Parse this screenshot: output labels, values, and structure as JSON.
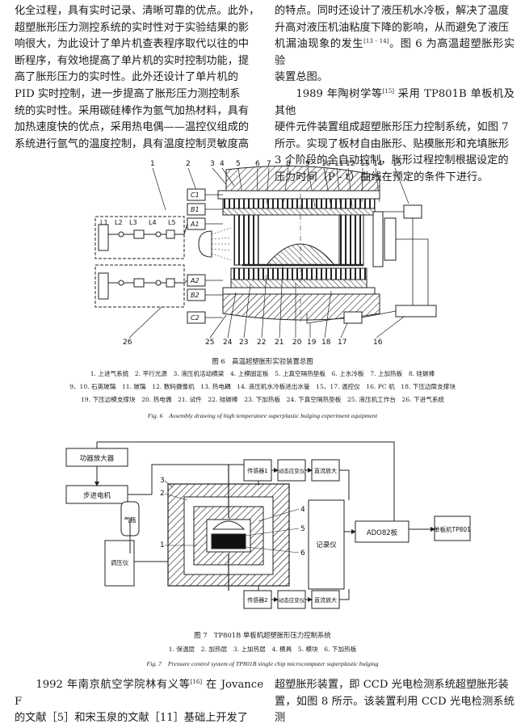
{
  "top_left_paragraph": [
    "化全过程，具有实时记录、清晰可靠的优点。此外，",
    "超塑胀形压力测控系统的实时性对于实验结果的影",
    "响很大，为此设计了单片机查表程序取代以往的中",
    "断程序，有效地提高了单片机的实时控制功能，提",
    "高了胀形压力的实时性。此外还设计了单片机的",
    "PID 实时控制，进一步提高了胀形压力测控制系",
    "统的实时性。采用碳硅棒作为氩气加热材料，具有",
    "加热速度快的优点，采用热电偶——温控仪组成的",
    "系统进行氩气的温度控制，具有温度控制灵敏度高"
  ],
  "top_right_p1": {
    "lines": [
      "的特点。同时还设计了液压机水冷板，解决了温度",
      "升高对液压机油粘度下降的影响，从而避免了液压"
    ],
    "line3_before": "机漏油现象的发生",
    "ref": "[13 - 14]",
    "line3_after": "。图 6 为高温超塑胀形实验",
    "line4": "装置总图。"
  },
  "top_right_p2": {
    "line1_before": "1989 年陶树学等",
    "ref": "[15]",
    "line1_after": " 采用 TP801B 单板机及其他",
    "lines": [
      "硬件元件装置组成超塑胀形压力控制系统，如图 7",
      "所示。实现了板材自由胀形、贴模胀形和充填胀形",
      "3 个阶段的全自动控制，胀形过程控制根据设定的",
      "压力时间（P - t）曲线在预定的条件下进行。"
    ]
  },
  "fig6": {
    "numbers_top": [
      "1",
      "2",
      "3",
      "4",
      "5",
      "6",
      "7",
      "8",
      "9",
      "10",
      "11",
      "12",
      "13",
      "14",
      "15"
    ],
    "numbers_bottom": [
      "26",
      "25",
      "24",
      "23",
      "22",
      "21",
      "20",
      "19",
      "18",
      "17",
      "16"
    ],
    "labels": {
      "L1": "L1",
      "L2": "L2",
      "L3": "L3",
      "L4": "L4",
      "L5": "L5",
      "C1": "C1",
      "B1": "B1",
      "A1": "A1",
      "A2": "A2",
      "B2": "B2",
      "C2": "C2"
    },
    "title": "图 6　高温超塑胀形实验装置总图",
    "legend_lines": [
      "1. 上进气系统　2. 平行光源　3. 液压机活动横梁　4. 上模固定板　5. 上真空隔热垫板　6. 上水冷板　7. 上加热板　8. 硅碳棒",
      "9、10. 石英玻璃　11. 玻璃　12. 数码摄像机　13. 热电耦　14. 液压机水冷板进出水管　15、17. 温控仪　16. PC 机　18. 下压边筒支撑块",
      "19. 下压边模支撑块　20. 热电偶　21. 试件　22. 硅碳棒　23. 下加热板　24. 下真空隔热垫板　25. 液压机工作台　26. 下进气系统"
    ],
    "title_en": "Fig. 6　Assembly drawing of high temperature superplastic bulging experiment equipment"
  },
  "fig7": {
    "boxes": {
      "power_amp": "功器放大器",
      "stepper": "步进电机",
      "gas": "气瓶",
      "regulator": "调压仪",
      "sensor1": "传感器1",
      "dyn_strain1": "动态应变仪",
      "dc_amp1": "直流放大",
      "recorder": "记录仪",
      "ado": "ADO82板",
      "mcu": "单板机TP801",
      "sensor2": "传感器2",
      "dyn_strain2": "动态应变仪",
      "dc_amp2": "直流放大"
    },
    "numbers": [
      "3",
      "2",
      "1",
      "4",
      "5",
      "6"
    ],
    "title": "图 7　TP801B 单板机超塑胀形压力控制系统",
    "legend": "1. 保温层　2. 加热层　3. 上加热层　4. 模具　5. 模块　6. 下加热板",
    "title_en": "Fig. 7　Pressure control system of TP801B single chip microcomputer superplastic bulging"
  },
  "bottom_left": {
    "line1_before": "1992 年南京航空学院林有义等",
    "ref": "[16]",
    "line1_after": " 在 Jovance F",
    "line2": "的文献［5］和宋玉泉的文献［11］基础上开发了"
  },
  "bottom_right": [
    "超塑胀形装置，即 CCD 光电检测系统超塑胀形装",
    "置，如图 8 所示。该装置利用 CCD 光电检测系统测"
  ]
}
